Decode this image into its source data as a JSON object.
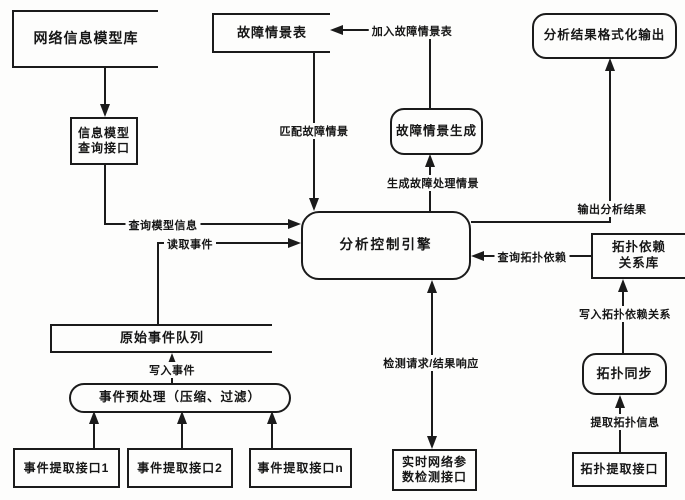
{
  "diagram": {
    "title_hint": "网络故障分析系统数据流图",
    "colors": {
      "ink": "#1b1b1b",
      "paper": "#fdfdfc"
    },
    "nodes": {
      "net_model_store": "网络信息模型库",
      "fault_scenario_table": "故障情景表",
      "result_format_output": "分析结果格式化输出",
      "info_model_query_iface": {
        "line1": "信息模型",
        "line2": "查询接口"
      },
      "fault_scenario_gen": "故障情景生成",
      "analysis_engine": "分析控制引擎",
      "topo_dependency_store": {
        "line1": "拓扑依赖",
        "line2": "关系库"
      },
      "raw_event_queue": "原始事件队列",
      "event_preprocess": "事件预处理（压缩、过滤）",
      "topo_sync": "拓扑同步",
      "event_extract_1": "事件提取接口1",
      "event_extract_2": "事件提取接口2",
      "event_extract_n": "事件提取接口n",
      "realtime_param_iface": {
        "line1": "实时网络参",
        "line2": "数检测接口"
      },
      "topo_extract_iface": "拓扑提取接口"
    },
    "edge_labels": {
      "add_fault_scenario": "加入故障情景表",
      "match_fault_scenario": "匹配故障情景",
      "gen_fault_handling": "生成故障处理情景",
      "query_model_info": "查询模型信息",
      "read_event": "读取事件",
      "output_analysis_result": "输出分析结果",
      "query_topo_dependency": "查询拓扑依赖",
      "write_topo_dependency": "写入拓扑依赖关系",
      "write_event": "写入事件",
      "detect_request_response": "检测请求/结果响应",
      "extract_topo_info": "提取拓扑信息"
    }
  }
}
